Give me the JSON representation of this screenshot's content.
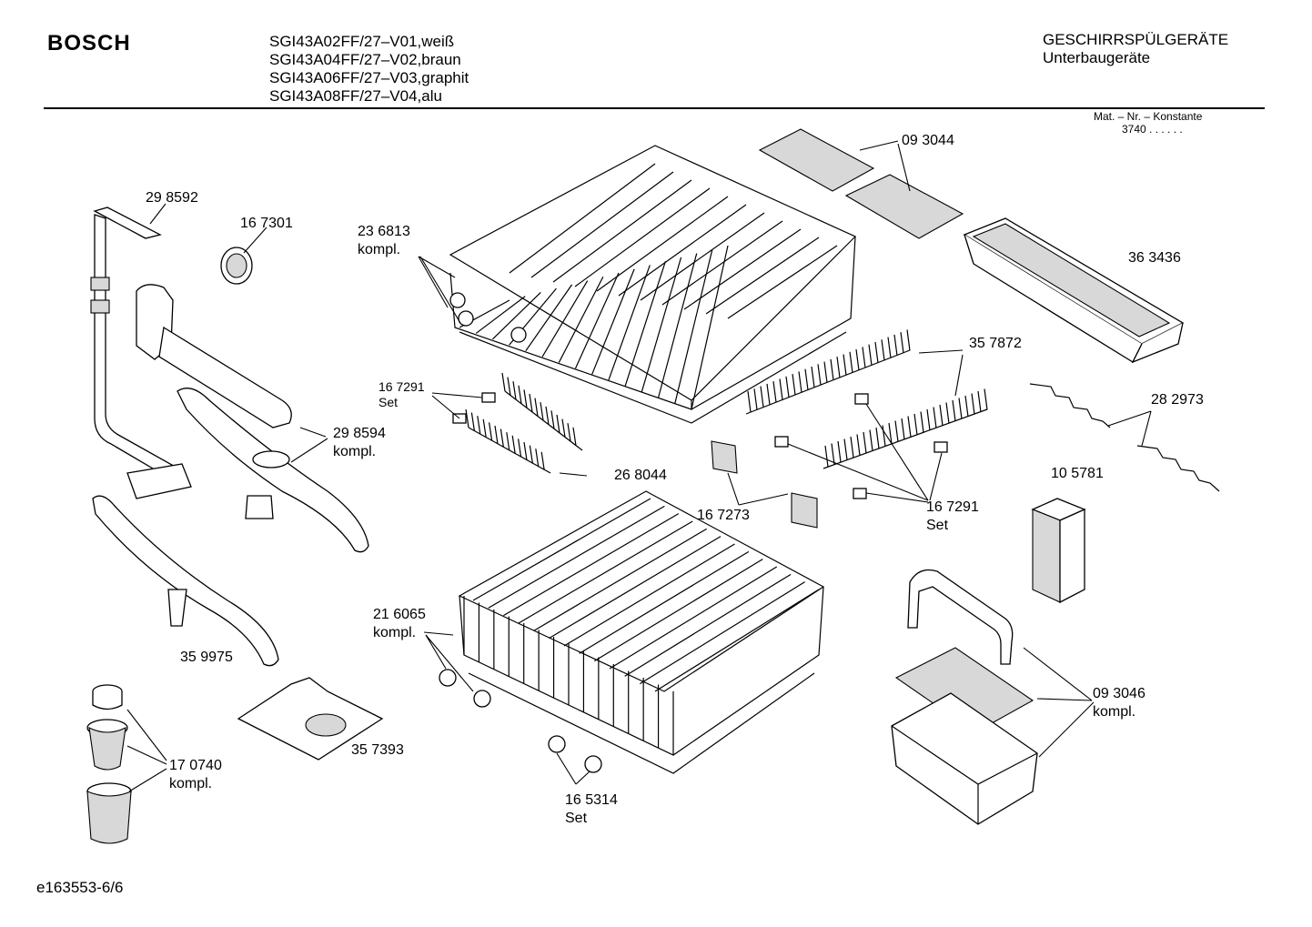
{
  "header": {
    "brand": "BOSCH",
    "models": [
      "SGI43A02FF/27–V01,weiß",
      "SGI43A04FF/27–V02,braun",
      "SGI43A06FF/27–V03,graphit",
      "SGI43A08FF/27–V04,alu"
    ],
    "category": "GESCHIRRSPÜLGERÄTE",
    "subcategory": "Unterbaugeräte",
    "mat_label": "Mat. – Nr. – Konstante",
    "mat_value": "3740  .  .    .  .  .  ."
  },
  "parts": [
    {
      "id": "p298592",
      "number": "29 8592"
    },
    {
      "id": "p167301",
      "number": "16 7301"
    },
    {
      "id": "p236813",
      "number": "23 6813",
      "note": "kompl."
    },
    {
      "id": "p093044",
      "number": "09 3044"
    },
    {
      "id": "p363436",
      "number": "36 3436"
    },
    {
      "id": "p357872",
      "number": "35 7872"
    },
    {
      "id": "p282973",
      "number": "28 2973"
    },
    {
      "id": "p167291a",
      "number": "16 7291",
      "note": "Set"
    },
    {
      "id": "p268044",
      "number": "26 8044"
    },
    {
      "id": "p298594",
      "number": "29 8594",
      "note": "kompl."
    },
    {
      "id": "p105781",
      "number": "10 5781"
    },
    {
      "id": "p167273",
      "number": "16 7273"
    },
    {
      "id": "p167291b",
      "number": "16 7291",
      "note": "Set"
    },
    {
      "id": "p216065",
      "number": "21 6065",
      "note": "kompl."
    },
    {
      "id": "p359975",
      "number": "35 9975"
    },
    {
      "id": "p093046",
      "number": "09 3046",
      "note": "kompl."
    },
    {
      "id": "p357393",
      "number": "35 7393"
    },
    {
      "id": "p170740",
      "number": "17 0740",
      "note": "kompl."
    },
    {
      "id": "p165314",
      "number": "16 5314",
      "note": "Set"
    }
  ],
  "footer": {
    "doc_id": "e163553-6/6"
  }
}
